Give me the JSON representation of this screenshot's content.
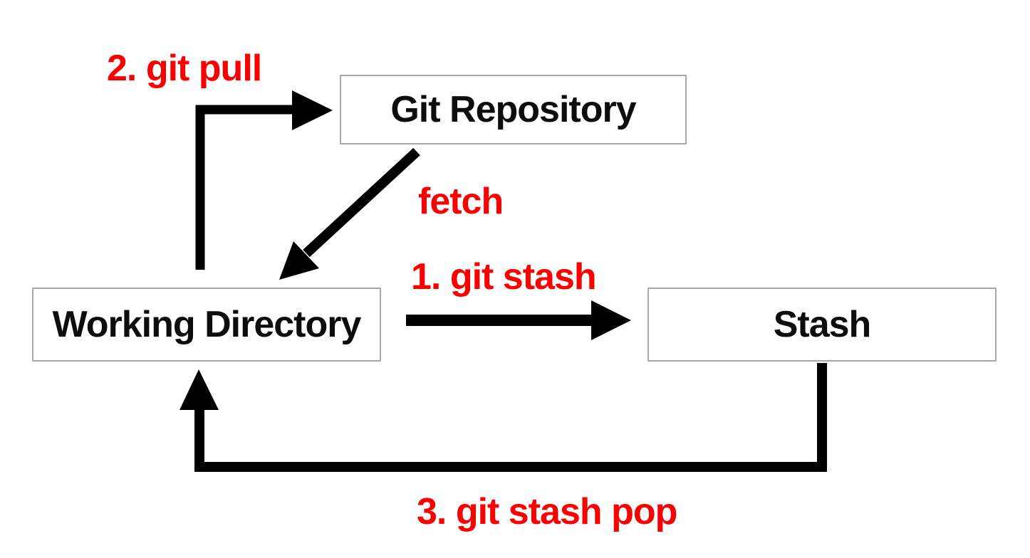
{
  "diagram": {
    "nodes": [
      {
        "id": "git-repository",
        "label": "Git Repository"
      },
      {
        "id": "working-directory",
        "label": "Working Directory"
      },
      {
        "id": "stash",
        "label": "Stash"
      }
    ],
    "edges": [
      {
        "label": "2. git pull",
        "from": "working-directory",
        "to": "git-repository"
      },
      {
        "label": "fetch",
        "from": "git-repository",
        "to": "working-directory"
      },
      {
        "label": "1. git stash",
        "from": "working-directory",
        "to": "stash"
      },
      {
        "label": "3. git stash pop",
        "from": "stash",
        "to": "working-directory"
      }
    ],
    "colors": {
      "background": "#FFFFFF",
      "arrow": "#000000",
      "edge_label": "#FA0000",
      "node_border": "#A8A8A8",
      "node_fill": "#FFFFFF",
      "node_text": "#0D0D0D"
    }
  }
}
